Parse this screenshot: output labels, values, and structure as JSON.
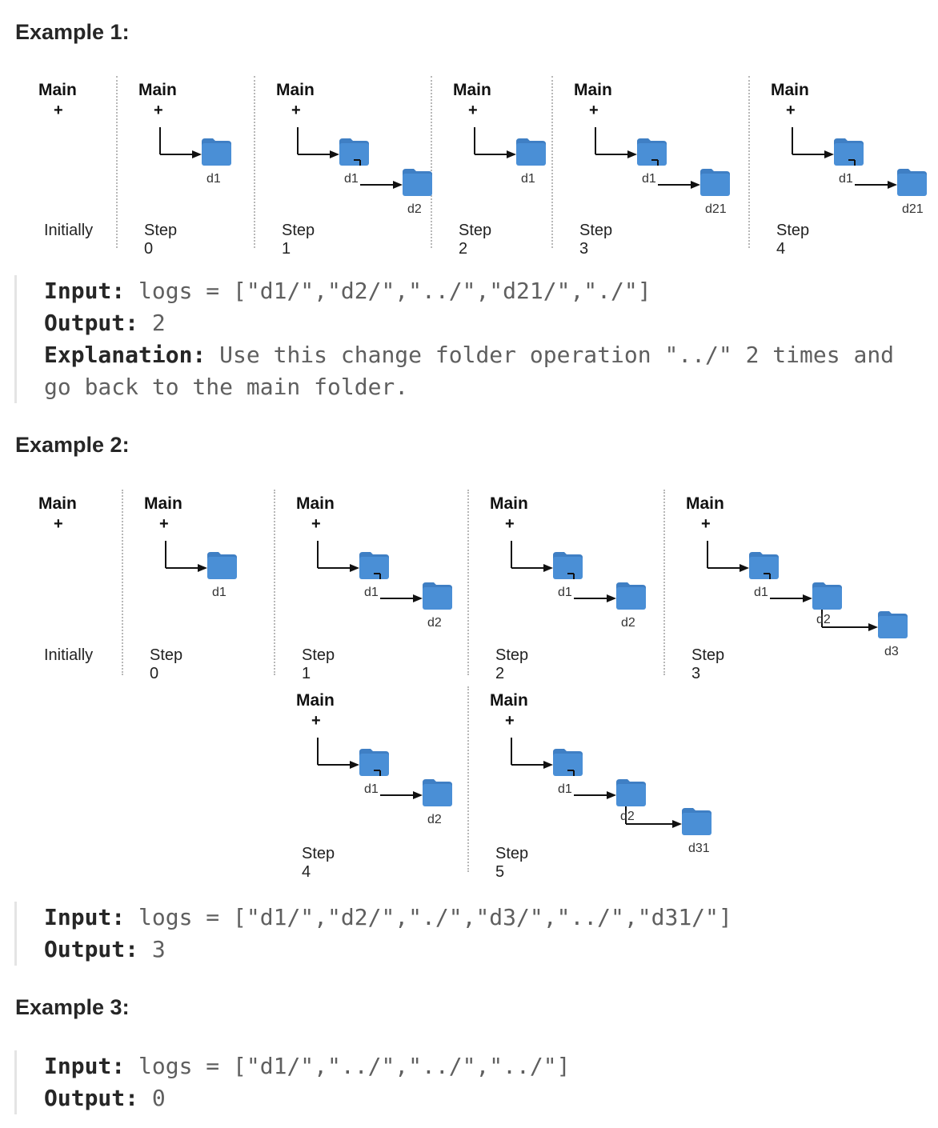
{
  "examples": [
    {
      "heading": "Example 1:",
      "diagram_rows": [
        {
          "panels": [
            {
              "label": "Initially",
              "folders": []
            },
            {
              "label": "Step 0",
              "folders": [
                "d1"
              ]
            },
            {
              "label": "Step 1",
              "folders": [
                "d1",
                "d2"
              ]
            },
            {
              "label": "Step 2",
              "folders": [
                "d1"
              ]
            },
            {
              "label": "Step 3",
              "folders": [
                "d1",
                "d21"
              ]
            },
            {
              "label": "Step 4",
              "folders": [
                "d1",
                "d21"
              ]
            }
          ]
        }
      ],
      "input_label": "Input:",
      "input_value": "logs = [\"d1/\",\"d2/\",\"../\",\"d21/\",\"./\"]",
      "output_label": "Output:",
      "output_value": "2",
      "explanation_label": "Explanation:",
      "explanation_value": "Use this change folder operation \"../\" 2 times and go back to the main folder."
    },
    {
      "heading": "Example 2:",
      "diagram_rows": [
        {
          "panels": [
            {
              "label": "Initially",
              "folders": []
            },
            {
              "label": "Step 0",
              "folders": [
                "d1"
              ]
            },
            {
              "label": "Step 1",
              "folders": [
                "d1",
                "d2"
              ]
            },
            {
              "label": "Step 2",
              "folders": [
                "d1",
                "d2"
              ]
            },
            {
              "label": "Step 3",
              "folders": [
                "d1",
                "d2",
                "d3"
              ]
            }
          ]
        },
        {
          "panels": [
            {
              "label": "Step 4",
              "folders": [
                "d1",
                "d2"
              ]
            },
            {
              "label": "Step 5",
              "folders": [
                "d1",
                "d2",
                "d31"
              ]
            }
          ]
        }
      ],
      "input_label": "Input:",
      "input_value": "logs = [\"d1/\",\"d2/\",\"./\",\"d3/\",\"../\",\"d31/\"]",
      "output_label": "Output:",
      "output_value": "3"
    },
    {
      "heading": "Example 3:",
      "input_label": "Input:",
      "input_value": "logs = [\"d1/\",\"../\",\"../\",\"../\"]",
      "output_label": "Output:",
      "output_value": "0"
    }
  ],
  "root_label": "Main",
  "root_marker": "+",
  "colors": {
    "folder": "#4a8fd6",
    "folder_tab": "#3f7fc4"
  }
}
